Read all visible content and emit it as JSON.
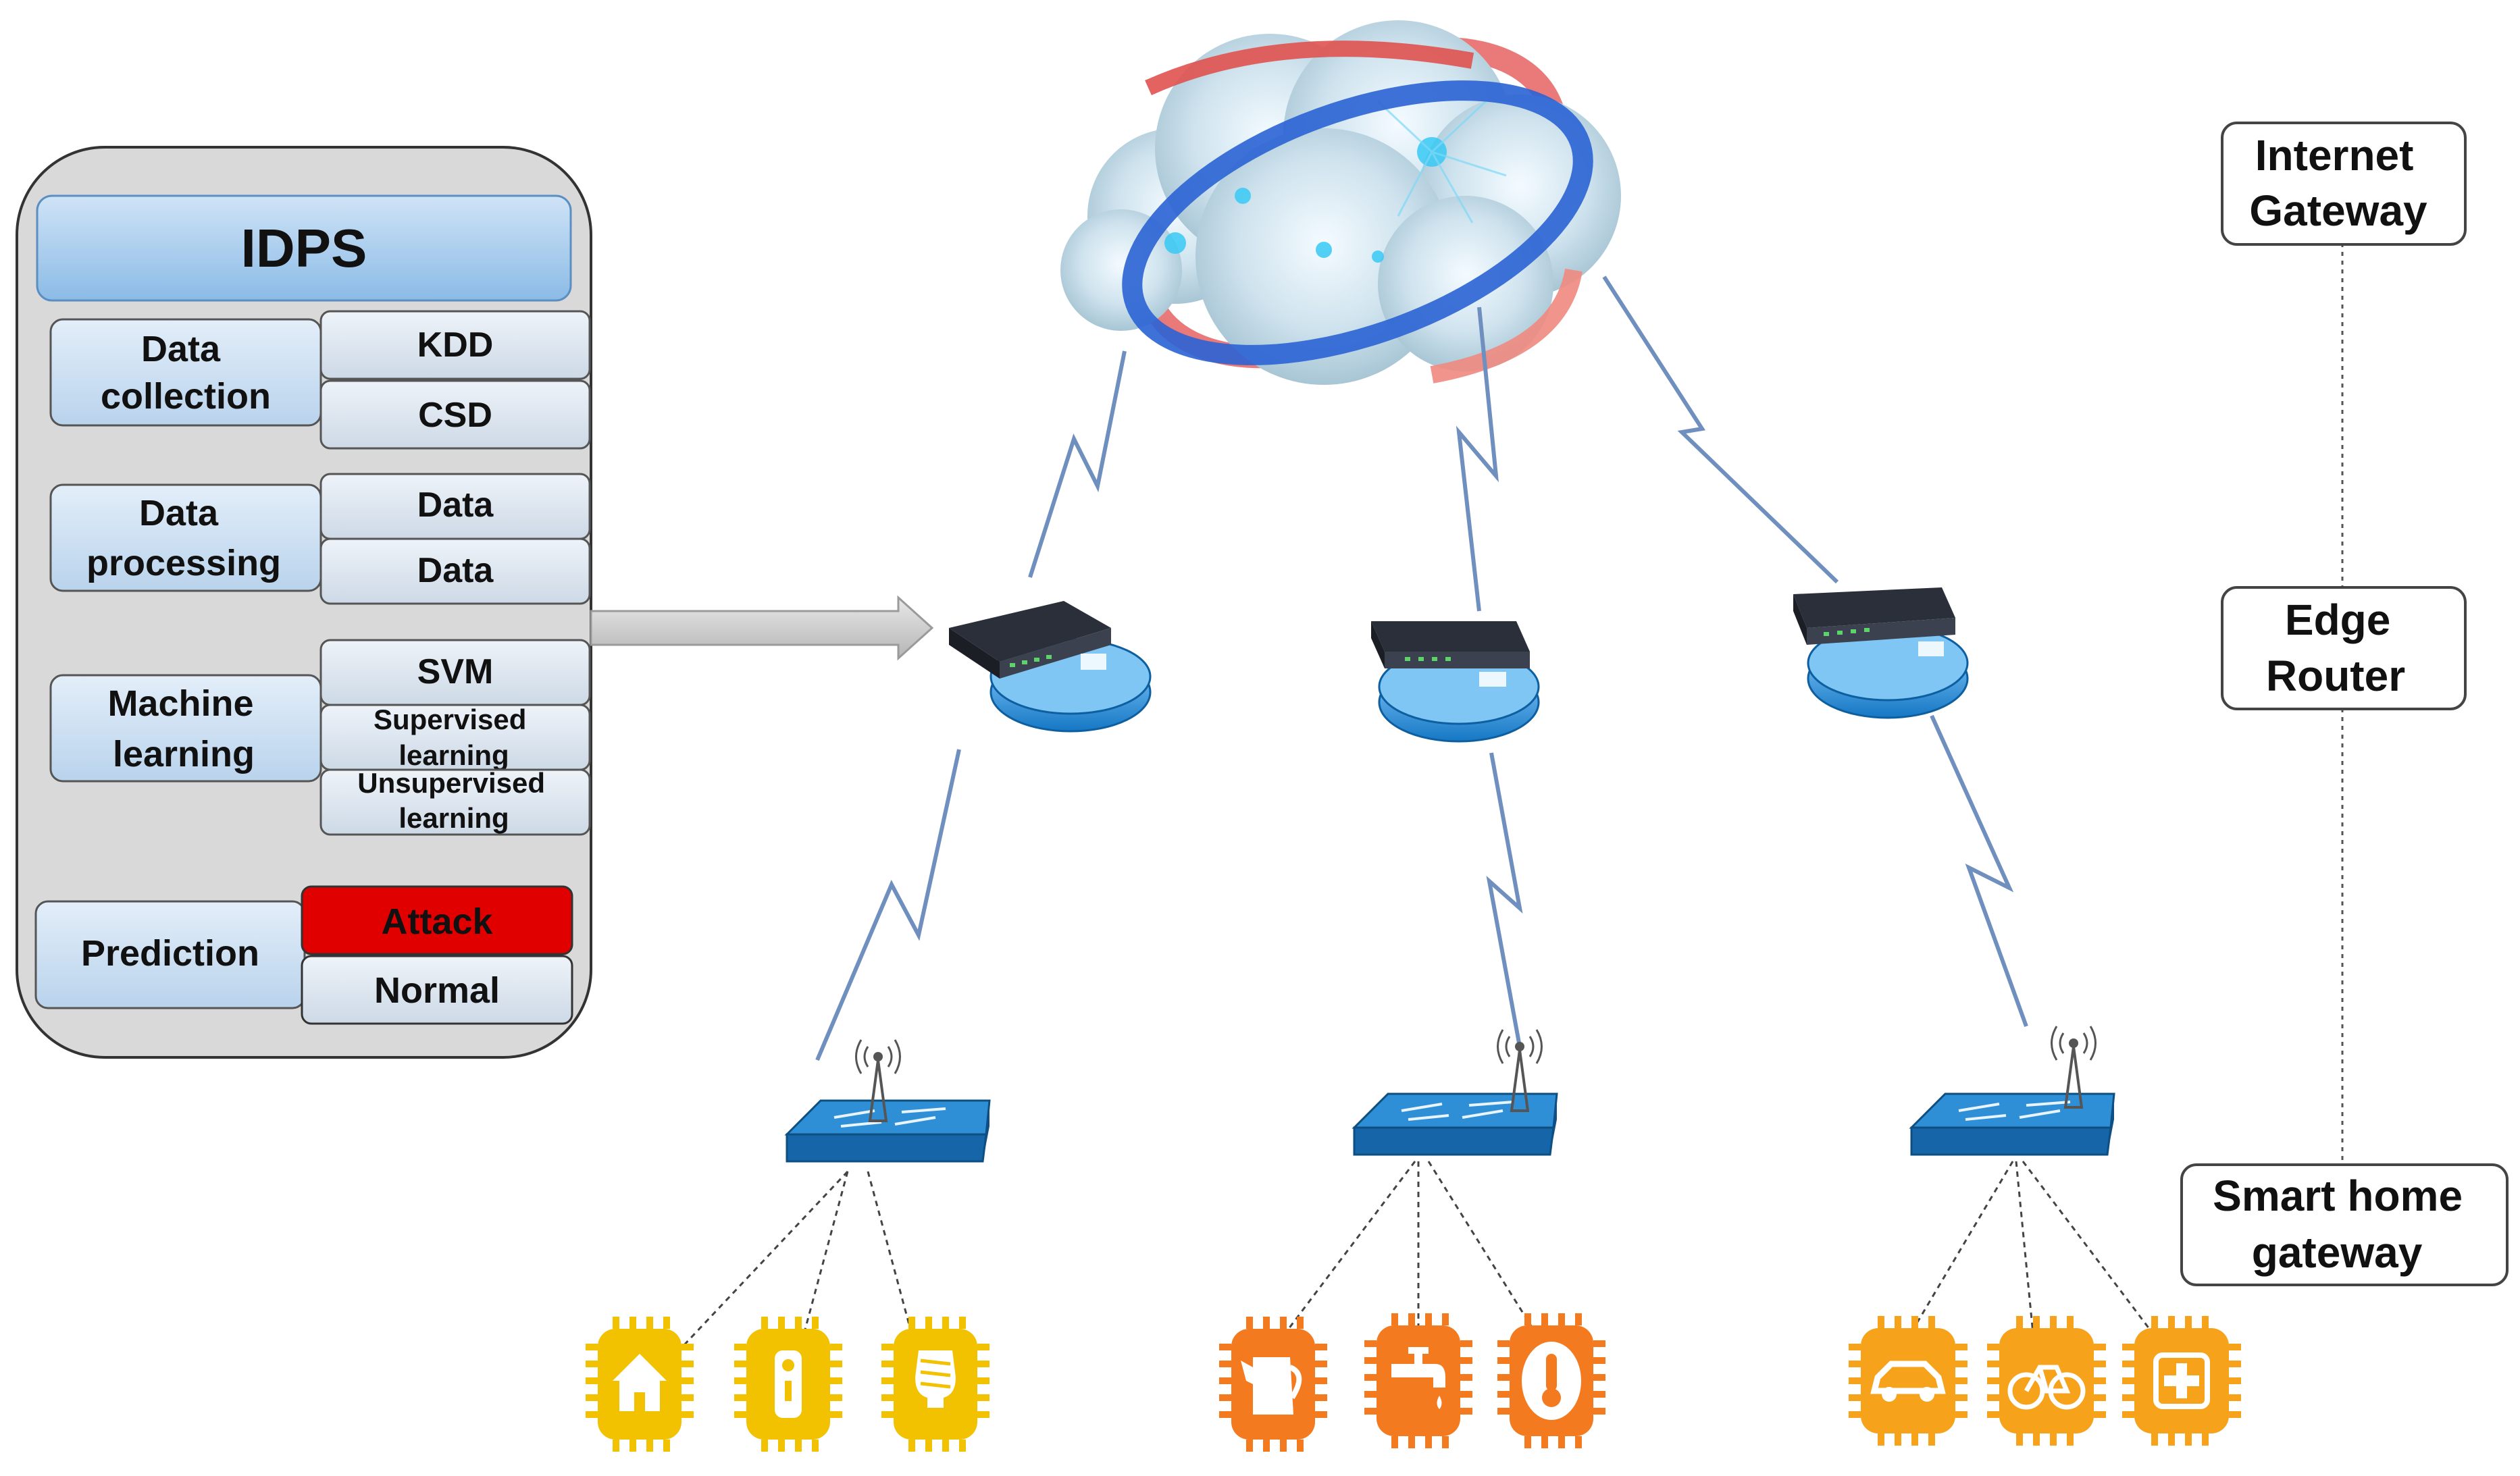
{
  "idps": {
    "title": "IDPS",
    "data_collection": {
      "label_line1": "Data",
      "label_line2": "collection",
      "items": [
        "KDD",
        "CSD"
      ]
    },
    "data_processing": {
      "label_line1": "Data",
      "label_line2": "processing",
      "items": [
        "Data",
        "Data"
      ]
    },
    "machine_learning": {
      "label_line1": "Machine",
      "label_line2": "learning",
      "items": [
        "SVM",
        "Supervised",
        "learning",
        "Unsupervised",
        "learning"
      ]
    },
    "prediction": {
      "label": "Prediction",
      "attack": "Attack",
      "normal": "Normal"
    }
  },
  "tiers": {
    "internet_line1": "Internet",
    "internet_line2": "Gateway",
    "edge_line1": "Edge",
    "edge_line2": "Router",
    "smart_line1": "Smart home",
    "smart_line2": "gateway"
  },
  "colors": {
    "panel_bg": "#d9d9d9",
    "title_box": "#9cc3e6",
    "label_box": "#cfe2f3",
    "cell_box": "#dde5ef",
    "attack": "#e00000",
    "lightning": "#8ea9d0",
    "router": "#1e8fd8",
    "switch": "#2a86c8",
    "device_yellow": "#f2c200",
    "device_orange": "#f47a1f",
    "device_amber": "#f6a21a"
  },
  "icons": {
    "cloud": "cloud-icon",
    "router": "router-icon",
    "switch": "switch-icon",
    "antenna": "antenna-icon",
    "devices_group1": [
      "home-icon",
      "remote-icon",
      "bulb-icon"
    ],
    "devices_group2": [
      "kettle-icon",
      "faucet-icon",
      "thermometer-icon"
    ],
    "devices_group3": [
      "car-icon",
      "bicycle-icon",
      "medical-icon"
    ]
  }
}
